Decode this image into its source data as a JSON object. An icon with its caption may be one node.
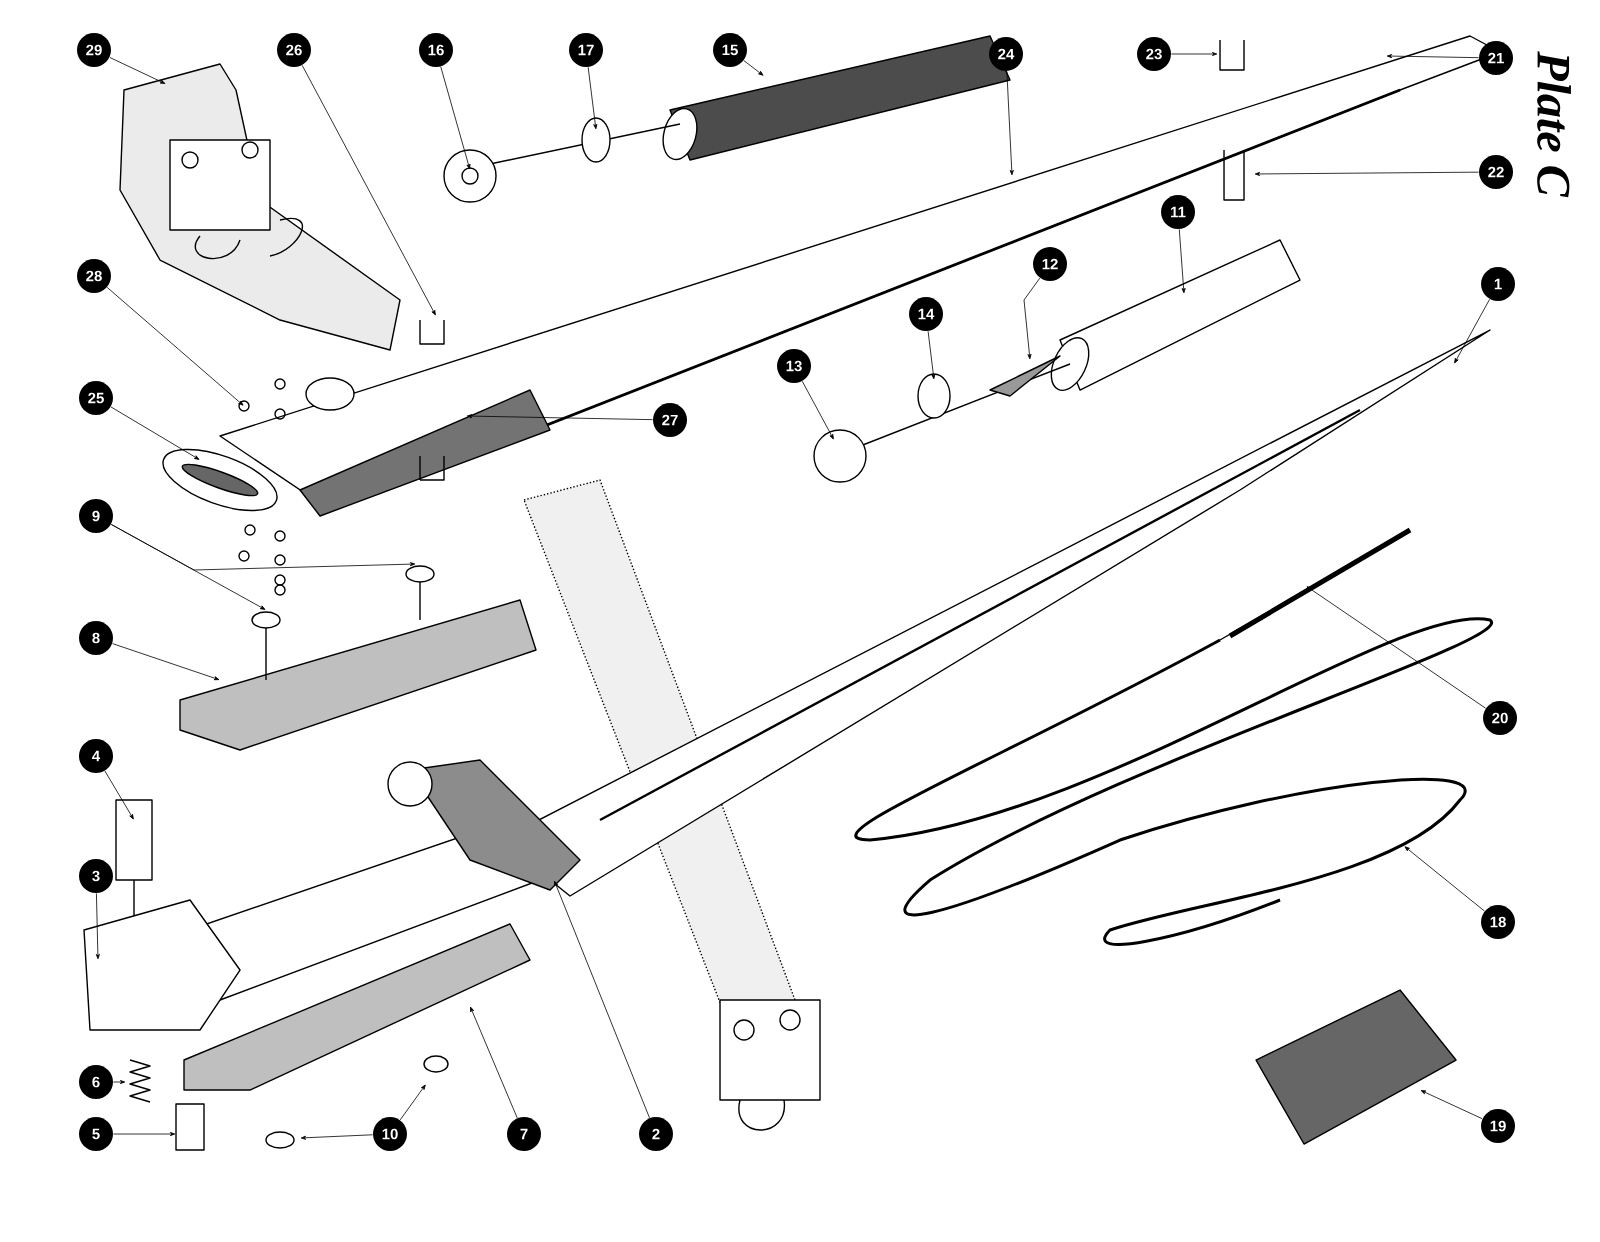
{
  "diagram": {
    "title": "Plate C",
    "nodes": [
      {
        "text": [
          "1"
        ]
      },
      {
        "text": [
          "2"
        ]
      },
      {
        "text": [
          "3"
        ]
      },
      {
        "text": [
          "4"
        ]
      },
      {
        "text": [
          "5"
        ]
      },
      {
        "text": [
          "6"
        ]
      },
      {
        "text": [
          "7"
        ]
      },
      {
        "text": [
          "8"
        ]
      },
      {
        "text": [
          "9"
        ]
      },
      {
        "text": [
          "10"
        ]
      },
      {
        "text": [
          "11"
        ]
      },
      {
        "text": [
          "12"
        ]
      },
      {
        "text": [
          "13"
        ]
      },
      {
        "text": [
          "14"
        ]
      },
      {
        "text": [
          "15"
        ]
      },
      {
        "text": [
          "16"
        ]
      },
      {
        "text": [
          "17"
        ]
      },
      {
        "text": [
          "18"
        ]
      },
      {
        "text": [
          "19"
        ]
      },
      {
        "text": [
          "20"
        ]
      },
      {
        "text": [
          "21"
        ]
      },
      {
        "text": [
          "22"
        ]
      },
      {
        "text": [
          "23"
        ]
      },
      {
        "text": [
          "24"
        ]
      },
      {
        "text": [
          "25"
        ]
      },
      {
        "text": [
          "26"
        ]
      },
      {
        "text": [
          "27"
        ]
      },
      {
        "text": [
          "28"
        ]
      },
      {
        "text": [
          "29"
        ]
      }
    ],
    "edges": [
      {
        "from": 0,
        "to": null,
        "arrow": "to"
      },
      {
        "from": 1,
        "to": null,
        "arrow": "to"
      },
      {
        "from": 2,
        "to": null,
        "arrow": "to"
      },
      {
        "from": 3,
        "to": null,
        "arrow": "to"
      },
      {
        "from": 4,
        "to": null,
        "arrow": "to"
      },
      {
        "from": 5,
        "to": null,
        "arrow": "to"
      },
      {
        "from": 6,
        "to": null,
        "arrow": "to"
      },
      {
        "from": 7,
        "to": null,
        "arrow": "to"
      },
      {
        "from": 8,
        "to": null,
        "arrow": "to"
      },
      {
        "from": 8,
        "to": null,
        "arrow": "to"
      },
      {
        "from": 9,
        "to": null,
        "arrow": "to"
      },
      {
        "from": 9,
        "to": null,
        "arrow": "to"
      },
      {
        "from": 10,
        "to": null,
        "arrow": "to"
      },
      {
        "from": 11,
        "to": null,
        "arrow": "to"
      },
      {
        "from": 12,
        "to": null,
        "arrow": "to"
      },
      {
        "from": 13,
        "to": null,
        "arrow": "to"
      },
      {
        "from": 14,
        "to": null,
        "arrow": "to"
      },
      {
        "from": 15,
        "to": null,
        "arrow": "to"
      },
      {
        "from": 16,
        "to": null,
        "arrow": "to"
      },
      {
        "from": 17,
        "to": null,
        "arrow": "to"
      },
      {
        "from": 18,
        "to": null,
        "arrow": "to"
      },
      {
        "from": 19,
        "to": null,
        "arrow": "to"
      },
      {
        "from": 20,
        "to": null,
        "arrow": "to"
      },
      {
        "from": 21,
        "to": null,
        "arrow": "to"
      },
      {
        "from": 22,
        "to": null,
        "arrow": "to"
      },
      {
        "from": 23,
        "to": null,
        "arrow": "to"
      },
      {
        "from": 24,
        "to": null,
        "arrow": "to"
      },
      {
        "from": 25,
        "to": null,
        "arrow": "to"
      },
      {
        "from": 26,
        "to": null,
        "arrow": "to"
      },
      {
        "from": 27,
        "to": null,
        "arrow": "to"
      },
      {
        "from": 28,
        "to": null,
        "arrow": "to"
      }
    ]
  }
}
